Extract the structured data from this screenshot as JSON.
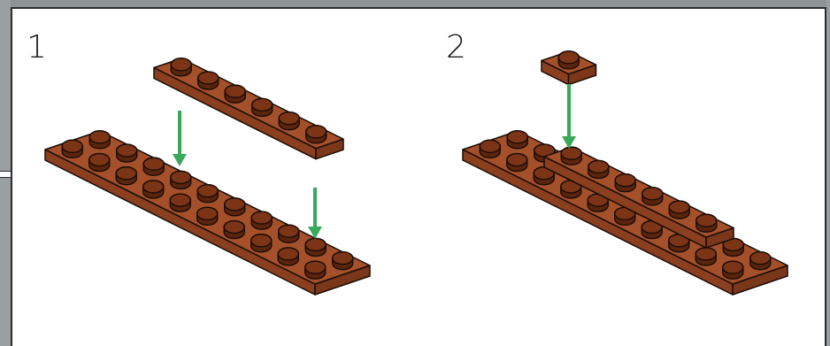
{
  "steps": [
    {
      "number": "1"
    },
    {
      "number": "2"
    }
  ],
  "colors": {
    "brick_top": "#a4502a",
    "brick_side": "#8a3f1f",
    "stud_top": "#7c3416",
    "stud_side": "#5a240d",
    "arrow": "#3aa85a",
    "outline": "#1a0c06",
    "background": "#ffffff",
    "frame": "#8e9396"
  },
  "icons": {
    "arrow": "green-down-arrow",
    "brick": "brown-plate-brick"
  }
}
